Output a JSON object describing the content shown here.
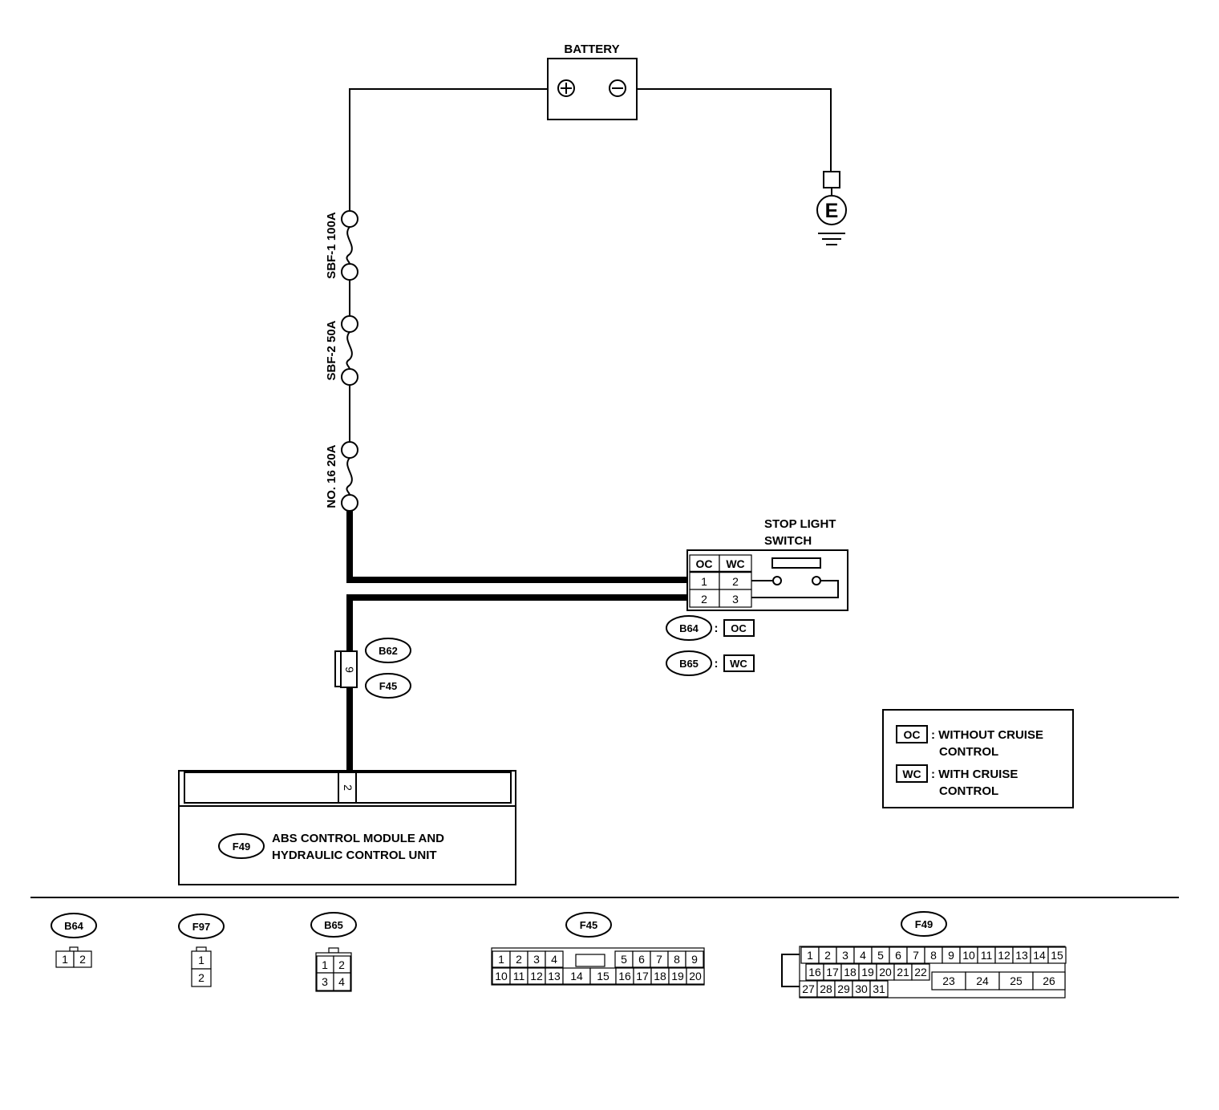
{
  "battery": {
    "label": "BATTERY",
    "plus": "⊕",
    "minus": "⊖"
  },
  "ground": {
    "label": "E"
  },
  "fuses": [
    {
      "label": "SBF-1 100A"
    },
    {
      "label": "SBF-2 50A"
    },
    {
      "label": "NO. 16 20A"
    }
  ],
  "stop_light_switch": {
    "label_line1": "STOP LIGHT",
    "label_line2": "SWITCH",
    "headers": [
      "OC",
      "WC"
    ],
    "rows": [
      [
        "1",
        "2"
      ],
      [
        "2",
        "3"
      ]
    ],
    "connectors": [
      {
        "id": "B64",
        "variant": "OC"
      },
      {
        "id": "B65",
        "variant": "WC"
      }
    ],
    "separator": ":"
  },
  "inline_connector": {
    "top": "B62",
    "bottom": "F45",
    "pin": "9"
  },
  "abs_unit": {
    "connector": "F49",
    "pin": "2",
    "line1": "ABS CONTROL MODULE AND",
    "line2": "HYDRAULIC CONTROL UNIT"
  },
  "legend": [
    {
      "code": "OC",
      "line1": ": WITHOUT CRUISE",
      "line2": "CONTROL"
    },
    {
      "code": "WC",
      "line1": ": WITH CRUISE",
      "line2": "CONTROL"
    }
  ],
  "connector_views": [
    {
      "id": "B64",
      "pins": [
        "1",
        "2"
      ]
    },
    {
      "id": "F97",
      "pins": [
        "1",
        "2"
      ]
    },
    {
      "id": "B65",
      "pins": [
        "1",
        "2",
        "3",
        "4"
      ]
    },
    {
      "id": "F45",
      "pins": [
        "1",
        "2",
        "3",
        "4",
        "5",
        "6",
        "7",
        "8",
        "9",
        "10",
        "11",
        "12",
        "13",
        "14",
        "15",
        "16",
        "17",
        "18",
        "19",
        "20"
      ]
    },
    {
      "id": "F49",
      "pins": [
        "1",
        "2",
        "3",
        "4",
        "5",
        "6",
        "7",
        "8",
        "9",
        "10",
        "11",
        "12",
        "13",
        "14",
        "15",
        "16",
        "17",
        "18",
        "19",
        "20",
        "21",
        "22",
        "23",
        "24",
        "25",
        "26",
        "27",
        "28",
        "29",
        "30",
        "31"
      ]
    }
  ]
}
